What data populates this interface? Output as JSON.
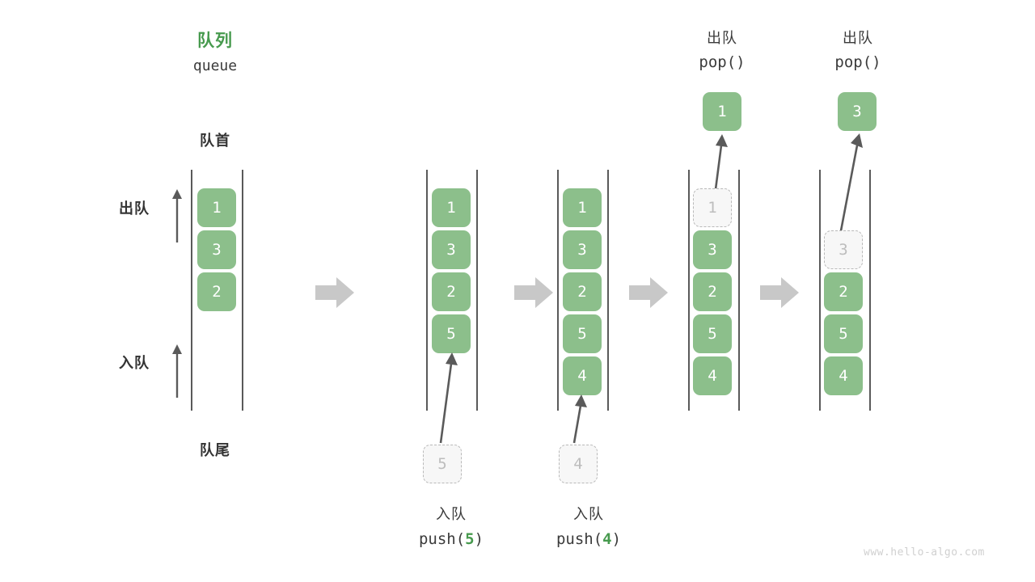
{
  "diagram": {
    "title_cn": "队列",
    "title_en": "queue",
    "front_label": "队首",
    "rear_label": "队尾",
    "dequeue_side_label": "出队",
    "enqueue_side_label": "入队",
    "watermark": "www.hello-algo.com",
    "colors": {
      "cell_fill": "#8cbf8b",
      "cell_text": "#ffffff",
      "accent_green": "#479a4e",
      "ghost_fill": "#f7f7f7",
      "ghost_border": "#b9b9b9",
      "ghost_text": "#bdbdbd",
      "rail": "#5a5a5a",
      "arrow_gray": "#5a5a5a",
      "step_arrow": "#c8c8c8",
      "text": "#3b3b3b",
      "watermark": "#d0d0d0"
    }
  },
  "columns": [
    {
      "id": "initial",
      "top_cn": "",
      "top_mono": "",
      "cells": [
        {
          "value": "1",
          "ghost": false
        },
        {
          "value": "3",
          "ghost": false
        },
        {
          "value": "2",
          "ghost": false
        }
      ],
      "bottom_cn": "",
      "bottom_mono_prefix": "",
      "bottom_mono_num": "",
      "bottom_mono_suffix": "",
      "incoming_ghost": "",
      "popped_value": ""
    },
    {
      "id": "push-5",
      "top_cn": "",
      "top_mono": "",
      "cells": [
        {
          "value": "1",
          "ghost": false
        },
        {
          "value": "3",
          "ghost": false
        },
        {
          "value": "2",
          "ghost": false
        },
        {
          "value": "5",
          "ghost": false
        }
      ],
      "bottom_cn": "入队",
      "bottom_mono_prefix": "push(",
      "bottom_mono_num": "5",
      "bottom_mono_suffix": ")",
      "incoming_ghost": "5",
      "popped_value": ""
    },
    {
      "id": "push-4",
      "top_cn": "",
      "top_mono": "",
      "cells": [
        {
          "value": "1",
          "ghost": false
        },
        {
          "value": "3",
          "ghost": false
        },
        {
          "value": "2",
          "ghost": false
        },
        {
          "value": "5",
          "ghost": false
        },
        {
          "value": "4",
          "ghost": false
        }
      ],
      "bottom_cn": "入队",
      "bottom_mono_prefix": "push(",
      "bottom_mono_num": "4",
      "bottom_mono_suffix": ")",
      "incoming_ghost": "4",
      "popped_value": ""
    },
    {
      "id": "pop-1",
      "top_cn": "出队",
      "top_mono": "pop()",
      "cells": [
        {
          "value": "1",
          "ghost": true
        },
        {
          "value": "3",
          "ghost": false
        },
        {
          "value": "2",
          "ghost": false
        },
        {
          "value": "5",
          "ghost": false
        },
        {
          "value": "4",
          "ghost": false
        }
      ],
      "bottom_cn": "",
      "bottom_mono_prefix": "",
      "bottom_mono_num": "",
      "bottom_mono_suffix": "",
      "incoming_ghost": "",
      "popped_value": "1"
    },
    {
      "id": "pop-3",
      "top_cn": "出队",
      "top_mono": "pop()",
      "cells": [
        {
          "value": "",
          "ghost": false,
          "empty": true
        },
        {
          "value": "3",
          "ghost": true
        },
        {
          "value": "2",
          "ghost": false
        },
        {
          "value": "5",
          "ghost": false
        },
        {
          "value": "4",
          "ghost": false
        }
      ],
      "bottom_cn": "",
      "bottom_mono_prefix": "",
      "bottom_mono_num": "",
      "bottom_mono_suffix": "",
      "incoming_ghost": "",
      "popped_value": "3"
    }
  ],
  "step_arrows": [
    {
      "from": "initial",
      "to": "push-5"
    },
    {
      "from": "push-5",
      "to": "push-4"
    },
    {
      "from": "push-4",
      "to": "pop-1"
    },
    {
      "from": "pop-1",
      "to": "pop-3"
    }
  ]
}
